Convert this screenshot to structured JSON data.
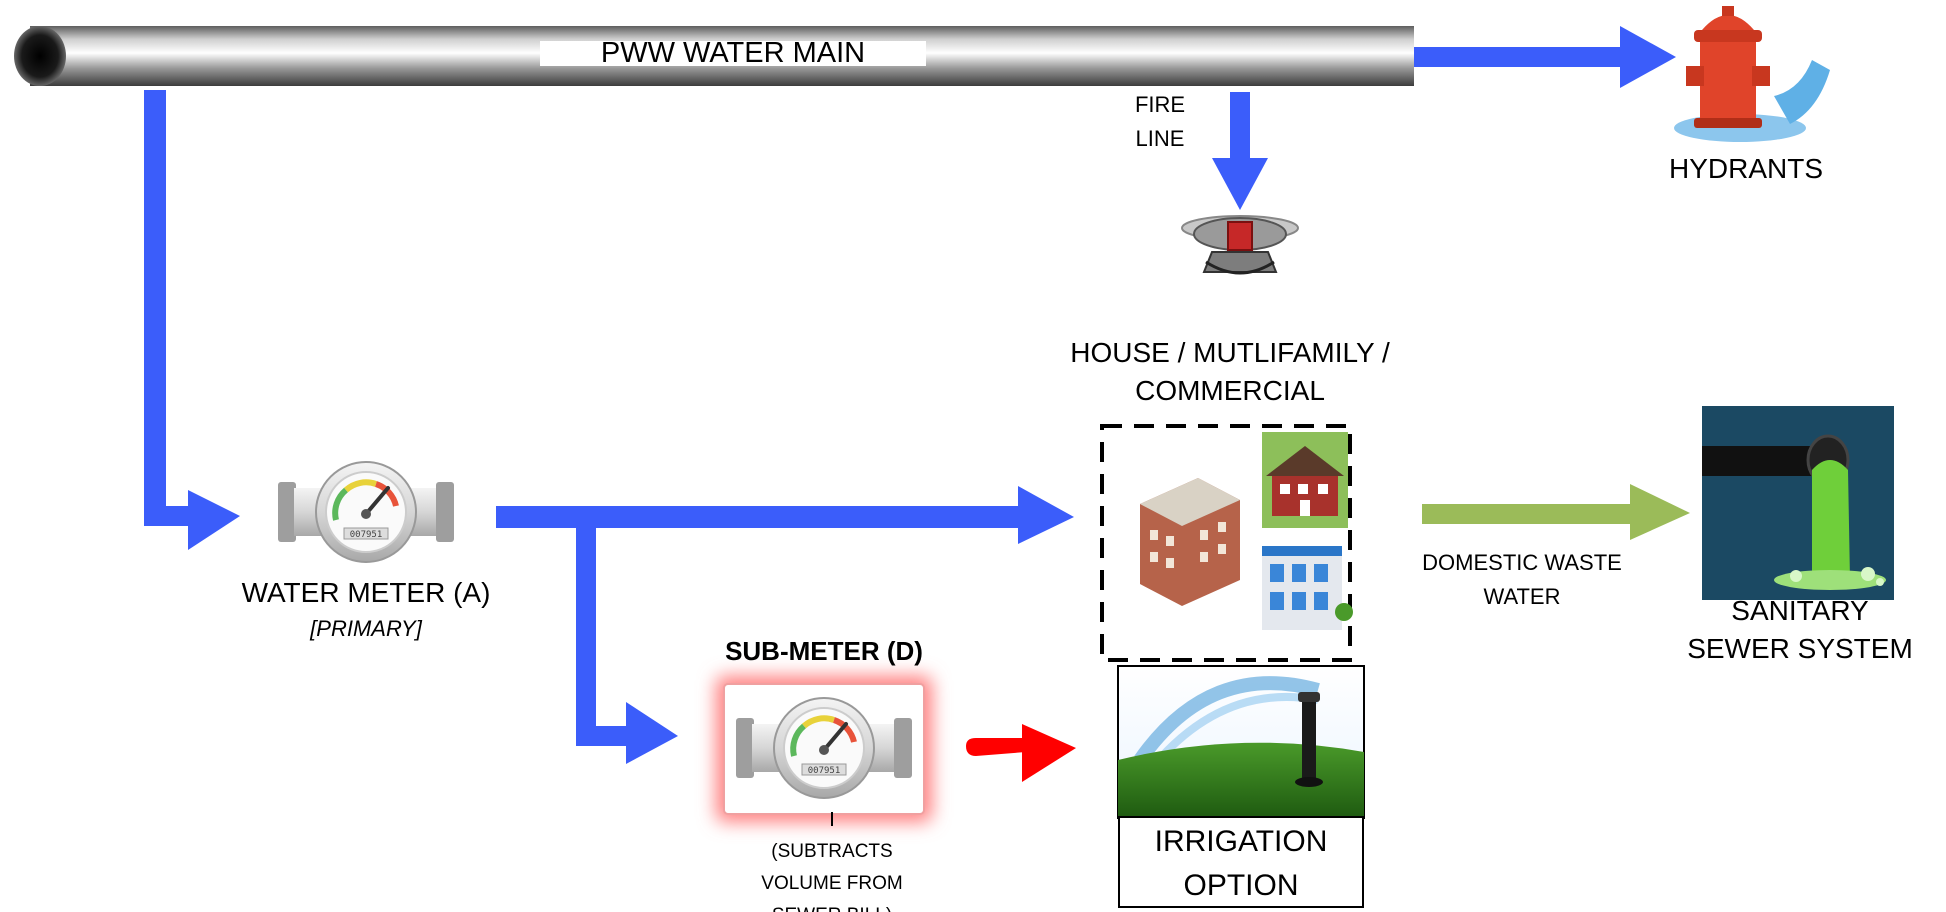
{
  "colors": {
    "flow_water": "#3b5dfa",
    "flow_subtract": "#ff0000",
    "flow_waste": "#9bbb59",
    "submeter_glow": "#ff8080",
    "sewer_bg": "#1b4963",
    "sewage": "#6fcf3a"
  },
  "icons": [
    "water-main-pipe",
    "fire-hydrant-icon",
    "fire-sprinkler-icon",
    "water-meter-icon",
    "buildings-icon",
    "sewer-outfall-icon",
    "irrigation-sprinkler-icon"
  ],
  "labels": {
    "water_main": "PWW WATER MAIN",
    "fire_line_1": "FIRE",
    "fire_line_2": "LINE",
    "hydrants": "HYDRANTS",
    "building_1": "HOUSE / MUTLIFAMILY /",
    "building_2": "COMMERCIAL",
    "water_meter": "WATER METER (A)",
    "water_meter_sub": "[PRIMARY]",
    "sub_meter": "SUB-METER (D)",
    "sub_note_1": "(SUBTRACTS",
    "sub_note_2": "VOLUME FROM",
    "sub_note_3": "SEWER BILL)",
    "waste_1": "DOMESTIC WASTE",
    "waste_2": "WATER",
    "sewer_1": "SANITARY",
    "sewer_2": "SEWER SYSTEM",
    "irrigation_1": "IRRIGATION",
    "irrigation_2": "OPTION"
  }
}
